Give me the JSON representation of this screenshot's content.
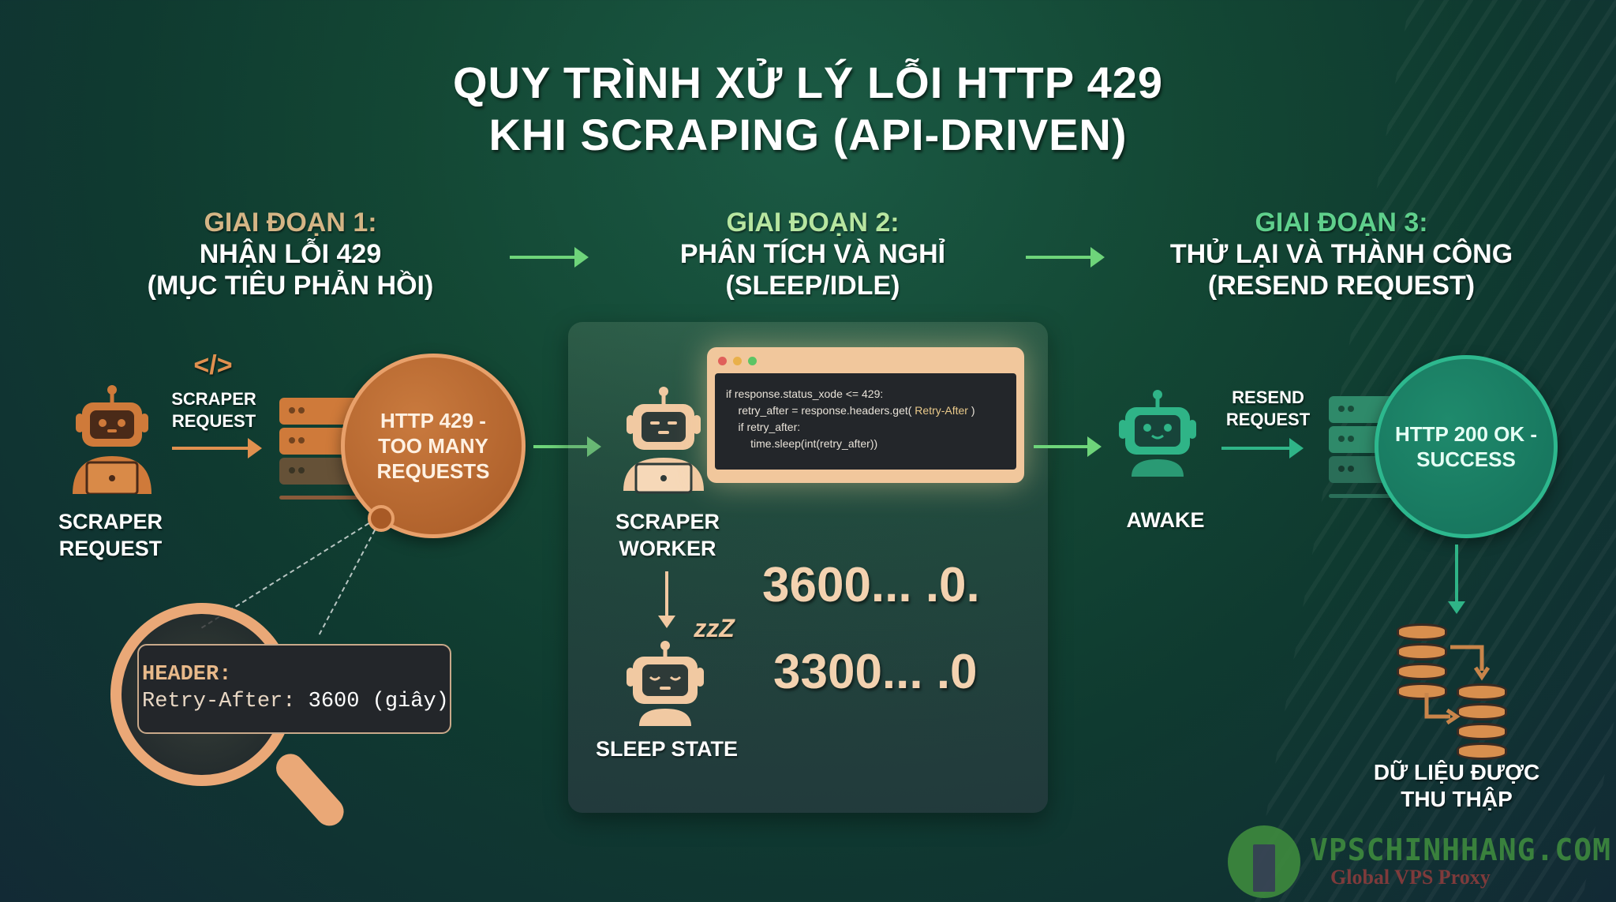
{
  "title": {
    "line1": "QUY TRÌNH XỬ LÝ LỖI HTTP 429",
    "line2": "KHI SCRAPING (API-DRIVEN)"
  },
  "phases": [
    {
      "title": "GIAI ĐOẠN 1:",
      "line1": "NHẬN LỖI 429",
      "line2": "(MỤC TIÊU PHẢN HỒI)",
      "color": "#d4b585"
    },
    {
      "title": "GIAI ĐOẠN 2:",
      "line1": "PHÂN TÍCH VÀ NGHỈ",
      "line2": "(SLEEP/IDLE)",
      "color": "#b7e6a0"
    },
    {
      "title": "GIAI ĐOẠN 3:",
      "line1": "THỬ LẠI VÀ THÀNH CÔNG",
      "line2": "(RESEND REQUEST)",
      "color": "#5fd08c"
    }
  ],
  "stage1": {
    "code_icon": "</>",
    "arrow_label_1": "SCRAPER",
    "arrow_label_2": "REQUEST",
    "robot_label_1": "SCRAPER",
    "robot_label_2": "REQUEST",
    "status_line1": "HTTP 429 -",
    "status_line2": "TOO MANY",
    "status_line3": "REQUESTS",
    "header_key": "HEADER:",
    "header_name": "Retry-After: ",
    "header_value": "3600 (giây)"
  },
  "stage2": {
    "code": {
      "line1": "if response.status_xode <= 429:",
      "line2_pre": "    retry_after = response.headers.get( ",
      "line2_hl": "Retry-After",
      "line2_post": " )",
      "line3": "    if retry_after:",
      "line4": "        time.sleep(int(retry_after))"
    },
    "worker_label_1": "SCRAPER",
    "worker_label_2": "WORKER",
    "sleep_zzz": "zzZ",
    "sleep_label": "SLEEP STATE",
    "countdown_1": "3600... .0.",
    "countdown_2": "3300... .0"
  },
  "stage3": {
    "awake_label": "AWAKE",
    "arrow_label_1": "RESEND",
    "arrow_label_2": "REQUEST",
    "status_line1": "HTTP 200 OK -",
    "status_line2": "SUCCESS",
    "data_label_1": "DỮ LIỆU ĐƯỢC",
    "data_label_2": "THU THẬP"
  },
  "watermark": {
    "name": "VPSCHINHHANG.COM",
    "tagline": "Global VPS Proxy"
  },
  "colors": {
    "orange": "#cf7a3a",
    "green_arrow": "#6ed47a",
    "teal": "#2fb487",
    "cream": "#f1c79c"
  }
}
